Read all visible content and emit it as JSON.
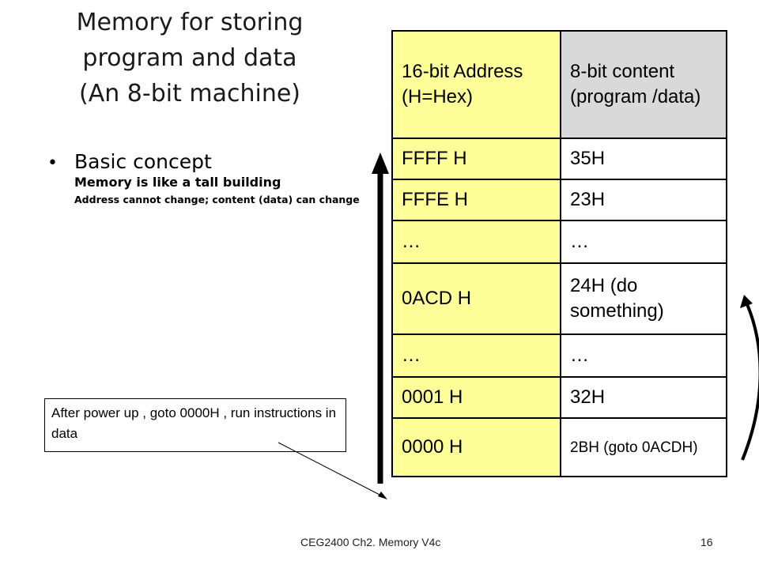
{
  "title": [
    "Memory for storing",
    "program and data",
    "(An 8-bit machine)"
  ],
  "bullet": {
    "main": "Basic concept",
    "sub1": "Memory is like a tall building",
    "sub2": "Address cannot change; content (data) can change"
  },
  "table": {
    "header": {
      "addr": "16-bit Address (H=Hex)",
      "content": "8-bit content (program /data)"
    },
    "rows": [
      {
        "addr": "FFFF H",
        "content": "35H"
      },
      {
        "addr": "FFFE H",
        "content": "23H"
      },
      {
        "addr": "…",
        "content": "…"
      },
      {
        "addr": "0ACD H",
        "content": "24H (do something)"
      },
      {
        "addr": "…",
        "content": "…"
      },
      {
        "addr": "0001 H",
        "content": "32H"
      },
      {
        "addr": "0000 H",
        "content": "2BH (goto 0ACDH)"
      }
    ]
  },
  "note": "After power up , goto 0000H , run instructions in data",
  "footer": {
    "left": "CEG2400 Ch2. Memory V4c",
    "right": "16"
  },
  "colors": {
    "address_fill": "#ffff99",
    "header_content_fill": "#d9d9d9"
  },
  "icons": [
    "up-arrow-icon",
    "curved-arrow-icon",
    "pointer-line-icon"
  ]
}
